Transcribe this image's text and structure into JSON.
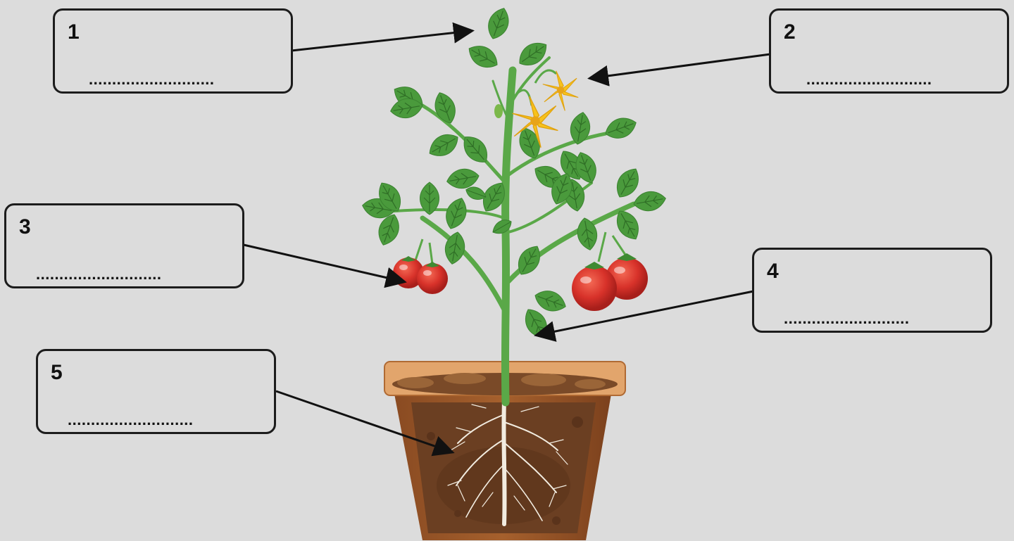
{
  "labels": [
    {
      "number": "1",
      "blank": "..........................."
    },
    {
      "number": "2",
      "blank": "..........................."
    },
    {
      "number": "3",
      "blank": "..........................."
    },
    {
      "number": "4",
      "blank": "..........................."
    },
    {
      "number": "5",
      "blank": "..........................."
    }
  ],
  "colors": {
    "background": "#dcdcdc",
    "leaf": "#4a9a3c",
    "stem": "#5aa848",
    "flower": "#f7c21c",
    "tomato": "#d8322a",
    "soil": "#6b3f22",
    "pot": "#9c5a2a",
    "root": "#f2ece0"
  },
  "icons": [
    "plant-leaf-icon",
    "flower-icon",
    "tomato-icon",
    "pot-icon",
    "root-icon",
    "arrow-icon"
  ]
}
